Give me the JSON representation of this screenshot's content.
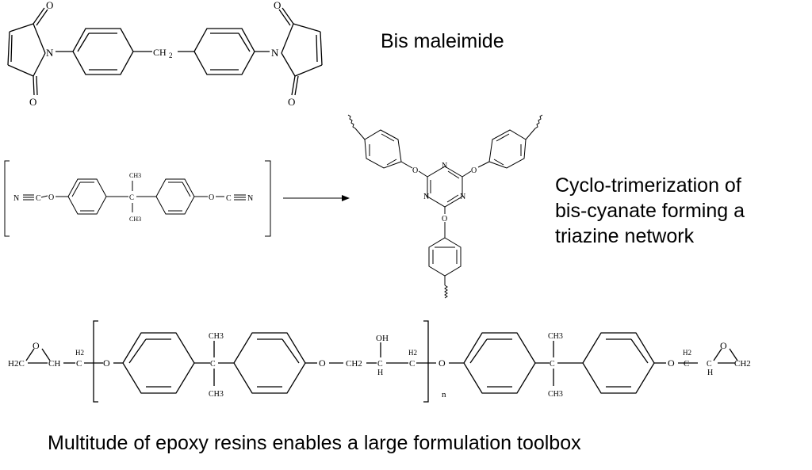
{
  "captions": {
    "bismaleimide": "Bis maleimide",
    "cyanate_line1": "Cyclo-trimerization of",
    "cyanate_line2": "bis-cyanate forming a",
    "cyanate_line3": "triazine network",
    "epoxy": "Multitude of epoxy resins enables a large formulation toolbox"
  },
  "bmi_labels": {
    "oxygen": "O",
    "nitrogen": "N",
    "bridge": "CH",
    "bridge_subscript": "2"
  },
  "cyanate_labels": {
    "nitrogen": "N",
    "carbon": "C",
    "oxygen": "O",
    "methyl_top": "CH3",
    "methyl_bottom": "CH3",
    "quaternary_carbon": "C"
  },
  "triazine_labels": {
    "ring_nitrogen": "N",
    "oxygen": "O"
  },
  "epoxy_labels": {
    "oxygen": "O",
    "h2c": "H2C",
    "ch": "CH",
    "h2": "H2",
    "c": "C",
    "ch3": "CH3",
    "ch2": "CH2",
    "h": "H",
    "oh": "OH",
    "repeat_n": "n"
  }
}
